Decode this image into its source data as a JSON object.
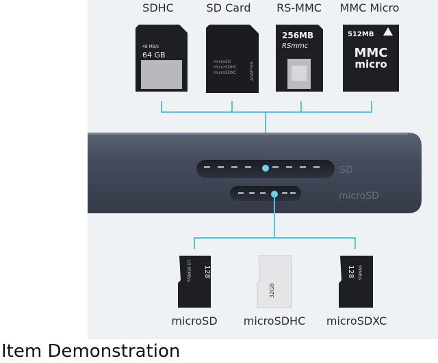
{
  "top_cards": [
    {
      "label": "SDHC",
      "lines": [
        "48 MB/s",
        "64 GB"
      ]
    },
    {
      "label": "SD Card",
      "lines": [
        "microSD",
        "microSDHC",
        "microSDXC",
        "ADAPTER"
      ]
    },
    {
      "label": "RS-MMC",
      "lines": [
        "256MB",
        "RSmmc"
      ]
    },
    {
      "label": "MMC Micro",
      "lines": [
        "512MB",
        "MMC",
        "micro"
      ]
    }
  ],
  "hub": {
    "slot_sd_label": "SD",
    "slot_micro_label": "microSD"
  },
  "bottom_cards": [
    {
      "label": "microSD",
      "lines": [
        "128",
        "U3 95MB/s"
      ]
    },
    {
      "label": "microSDHC",
      "lines": [
        "32GB"
      ]
    },
    {
      "label": "microSDXC",
      "lines": [
        "128",
        "99MB/s"
      ]
    }
  ],
  "caption": "Item Demonstration",
  "colors": {
    "connector": "#58c2d9",
    "device": "#3f4656",
    "panel": "#eff2f5"
  }
}
